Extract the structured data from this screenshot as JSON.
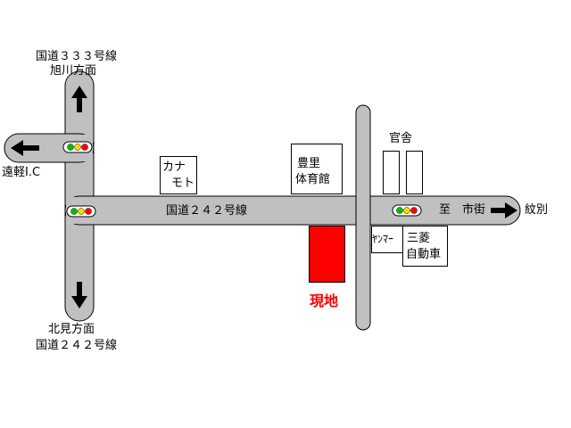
{
  "labels": {
    "route333": "国道３３３号線",
    "asahikawa": "旭川方面",
    "engaru": "遠軽I.C",
    "kitami": "北見方面",
    "route242_south": "国道２４２号線",
    "route242_main": "国道２４２号線",
    "to_city": "至　市街",
    "monbetsu": "紋別",
    "site": "現地"
  },
  "buildings": {
    "kanamoto_line1": "カナ",
    "kanamoto_line2": "モト",
    "toyosato_line1": "豊里",
    "toyosato_line2": "体育館",
    "kansha": "官舎",
    "yanmar": "ﾔﾝﾏｰ",
    "mitsubishi_line1": "三菱",
    "mitsubishi_line2": "自動車"
  },
  "colors": {
    "road": "#c0c0c0",
    "road_border": "#000000",
    "site": "#ff0000",
    "signal_green": "#00c000",
    "signal_yellow": "#ffd800",
    "signal_red": "#ff0000"
  },
  "icons": [
    "arrow-up-icon",
    "arrow-left-icon",
    "arrow-down-icon",
    "arrow-right-icon",
    "traffic-light-icon"
  ]
}
